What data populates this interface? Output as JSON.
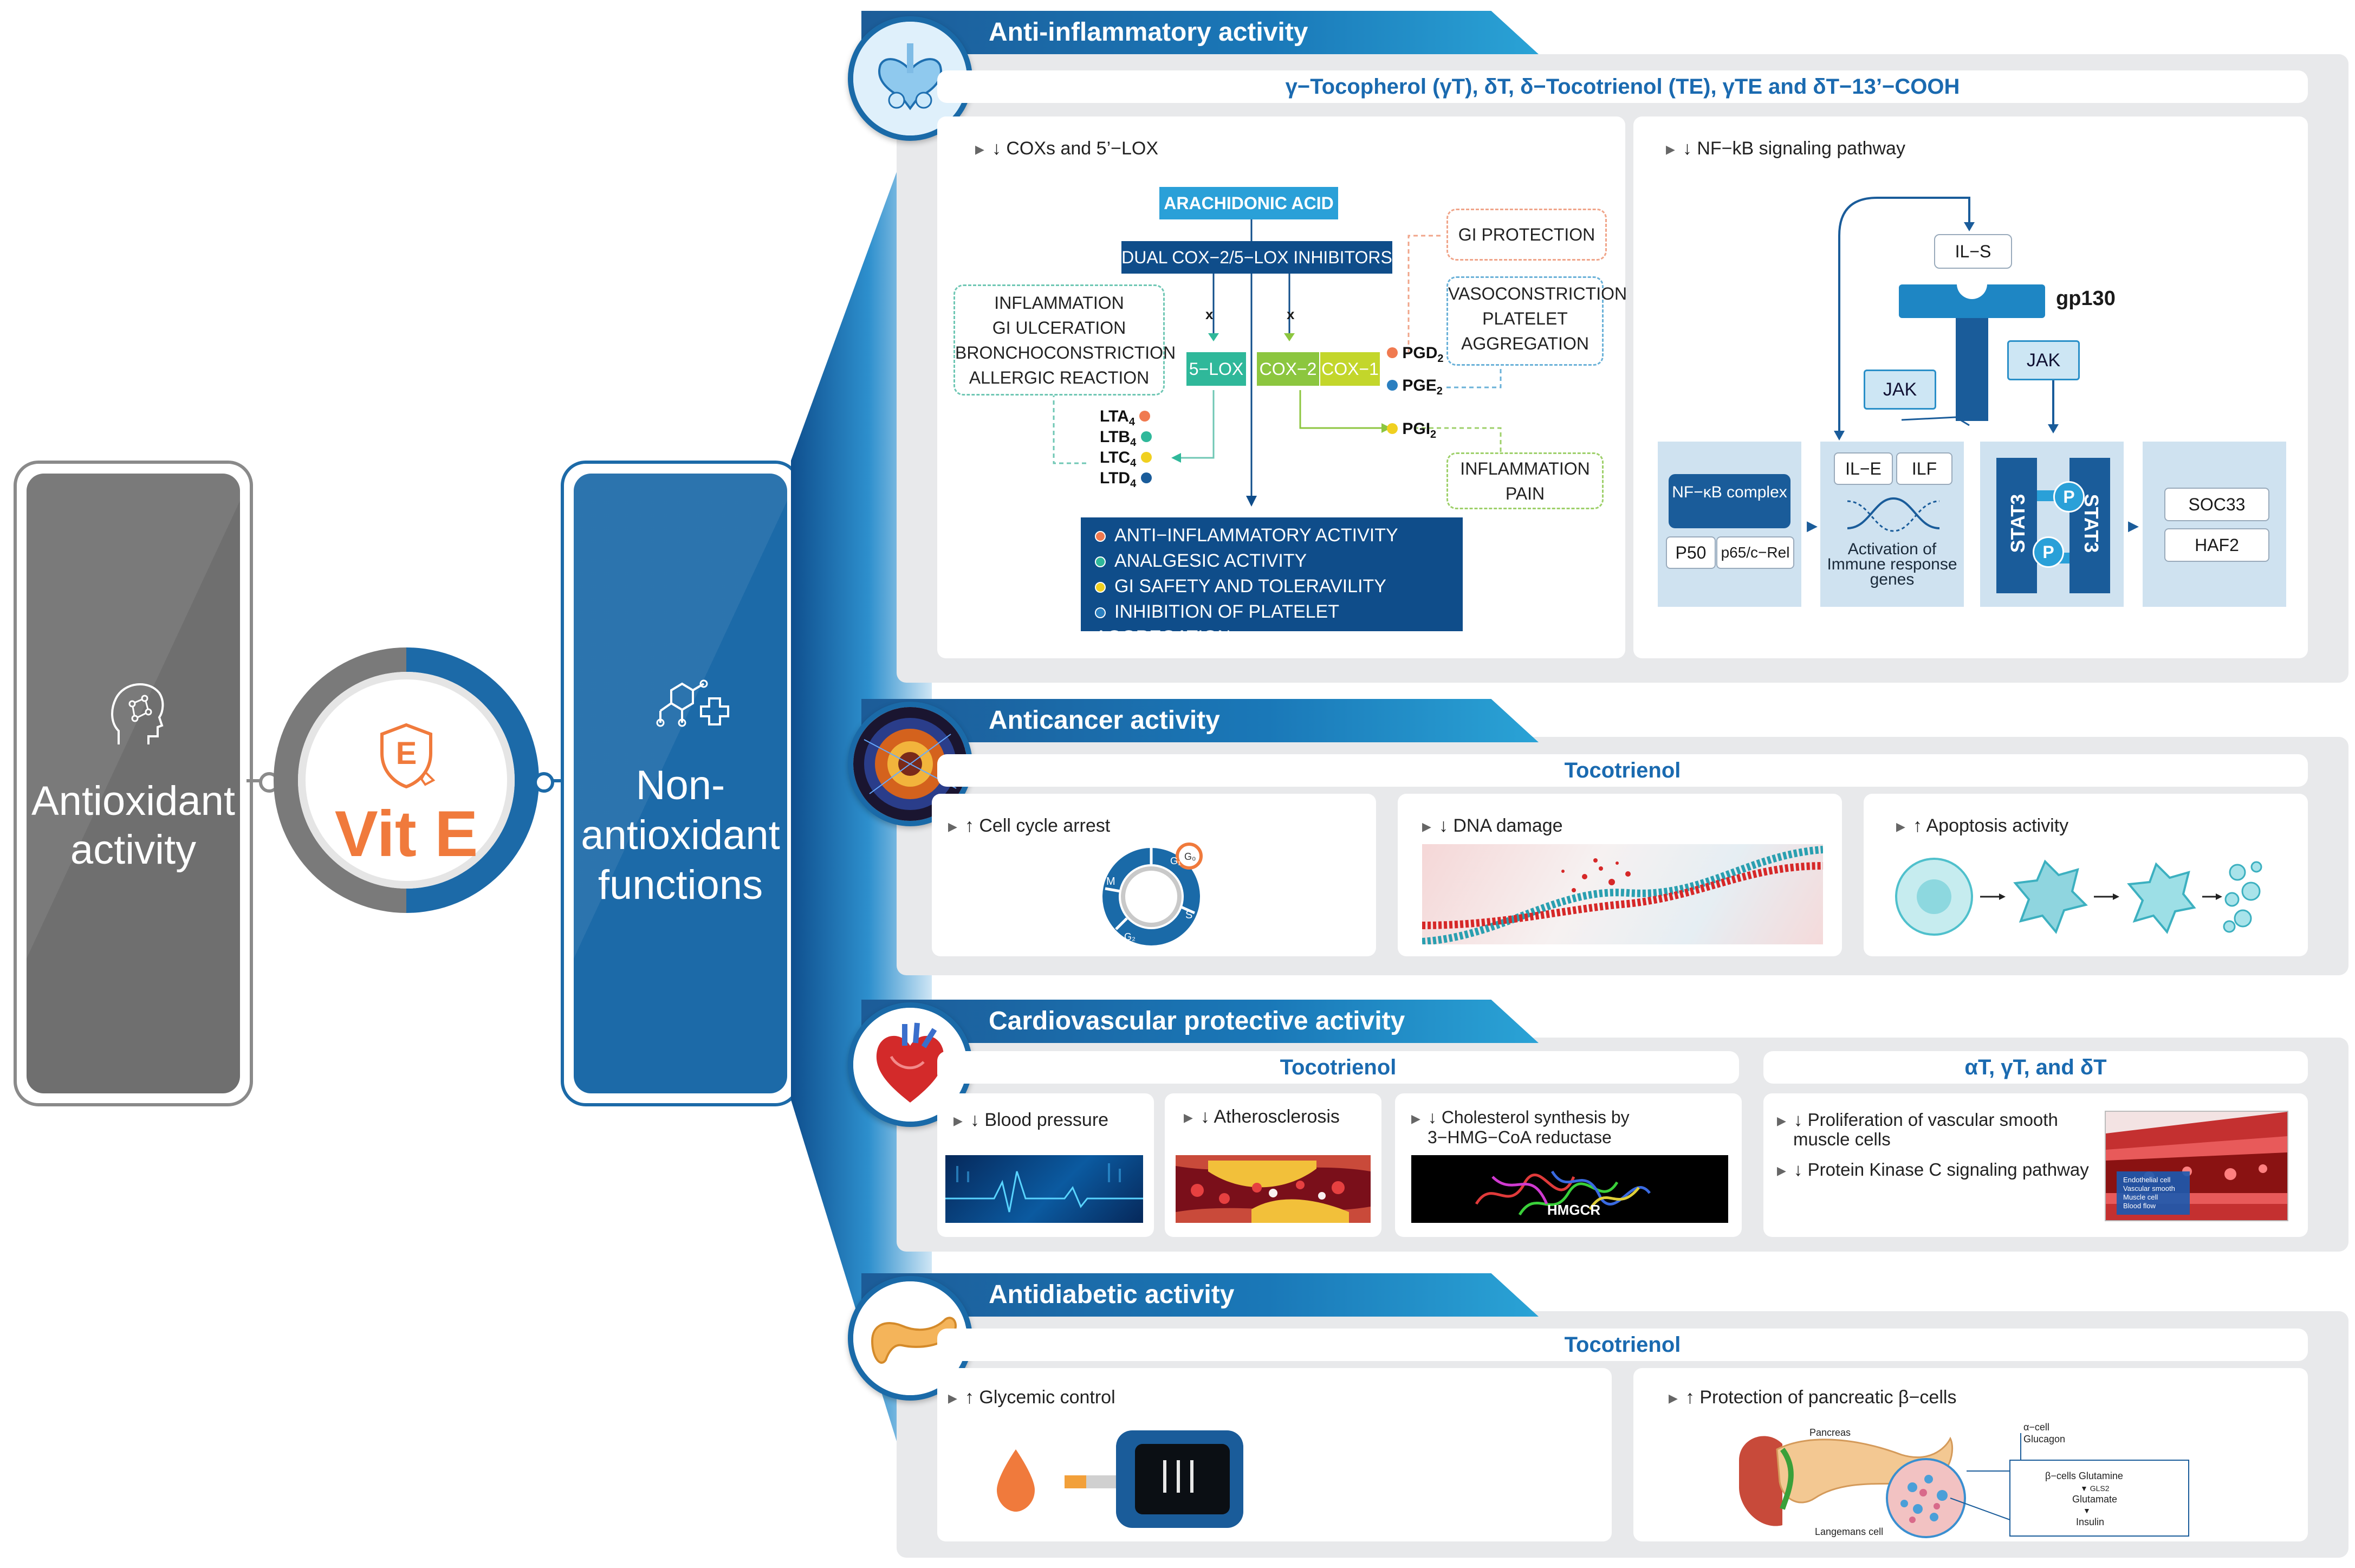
{
  "left": {
    "antioxidant_label": "Antioxidant activity",
    "vit_e_label": "Vit E",
    "shield_letter": "E",
    "non_antioxidant_label": "Non-antioxidant functions"
  },
  "anti_inflammatory": {
    "title": "Anti-inflammatory activity",
    "compounds": "γ−Tocopherol (γT), δT, δ−Tocotrienol (TE), γTE and δT−13’−COOH",
    "left_header": "↓ COXs and 5’−LOX",
    "arachidonic": "ARACHIDONIC ACID",
    "dual": "DUAL COX−2/5−LOX INHIBITORS",
    "inflammation_box": [
      "INFLAMMATION",
      "GI ULCERATION",
      "BRONCHOCONSTRICTION",
      "ALLERGIC REACTION"
    ],
    "gi_protection": "GI PROTECTION",
    "vasoconstriction": [
      "VASOCONSTRICTION",
      "PLATELET",
      "AGGREGATION"
    ],
    "inflammation_pain": [
      "INFLAMMATION",
      "PAIN"
    ],
    "lox": "5−LOX",
    "cox2": "COX−2",
    "cox1": "COX−1",
    "x_mark": "x",
    "pgd": "PGD",
    "pge": "PGE",
    "pgi": "PGI",
    "sub2": "2",
    "leuk": [
      "LTA",
      "LTB",
      "LTC",
      "LTD"
    ],
    "sub4": "4",
    "results": [
      "ANTI−INFLAMMATORY ACTIVITY",
      "ANALGESIC ACTIVITY",
      "GI SAFETY AND TOLERAVILITY",
      "INHIBITION OF PLATELET AGGREGATION"
    ],
    "right_header": "↓ NF−kB signaling pathway",
    "ils": "IL−S",
    "gp130": "gp130",
    "jak": "JAK",
    "nfkb": "NF−κB complex",
    "p50": "P50",
    "p65": "p65/c−Rel",
    "ile": "IL−E",
    "ilf": "ILF",
    "activation": "Activation of Immune response genes",
    "stat": "STAT3",
    "p": "P",
    "soc": "SOC33",
    "haf": "HAF2"
  },
  "anticancer": {
    "title": "Anticancer activity",
    "compound": "Tocotrienol",
    "items": [
      "↑ Cell cycle arrest",
      "↓ DNA damage",
      "↑ Apoptosis activity"
    ],
    "cycle": {
      "g1": "G₁",
      "g0": "G₀",
      "s": "S",
      "g2": "G₂",
      "m": "M"
    }
  },
  "cardio": {
    "title": "Cardiovascular protective activity",
    "compound_left": "Tocotrienol",
    "compound_right": "αT, γT, and δT",
    "items": [
      "↓ Blood pressure",
      "↓ Atherosclerosis",
      "↓ Cholesterol synthesis by",
      "3−HMG−CoA reductase"
    ],
    "right_items": [
      "↓ Proliferation of vascular smooth",
      "muscle cells",
      "↓ Protein Kinase C signaling pathway"
    ],
    "hmgcr": "HMGCR",
    "vessel_legend": [
      "Endothelial cell",
      "Vascular smooth",
      "Muscle cell",
      "Blood flow"
    ]
  },
  "antidiabetic": {
    "title": "Antidiabetic activity",
    "compound": "Tocotrienol",
    "items": [
      "↑ Glycemic control",
      "↑ Protection of pancreatic β−cells"
    ],
    "pancreas": "Pancreas",
    "alpha": "α−cell",
    "glucagon": "Glucagon",
    "beta": "β−cells Glutamine",
    "gls2": "GLS2",
    "glutamate": "Glutamate",
    "insulin": "Insulin",
    "langerhans": "Langemans cell"
  },
  "colors": {
    "primary": "#1c6aa8",
    "gray": "#6f6f6f",
    "orange": "#f07a3c",
    "teal": "#2fb89a",
    "green": "#8cc63f",
    "lime": "#c3d62b"
  }
}
